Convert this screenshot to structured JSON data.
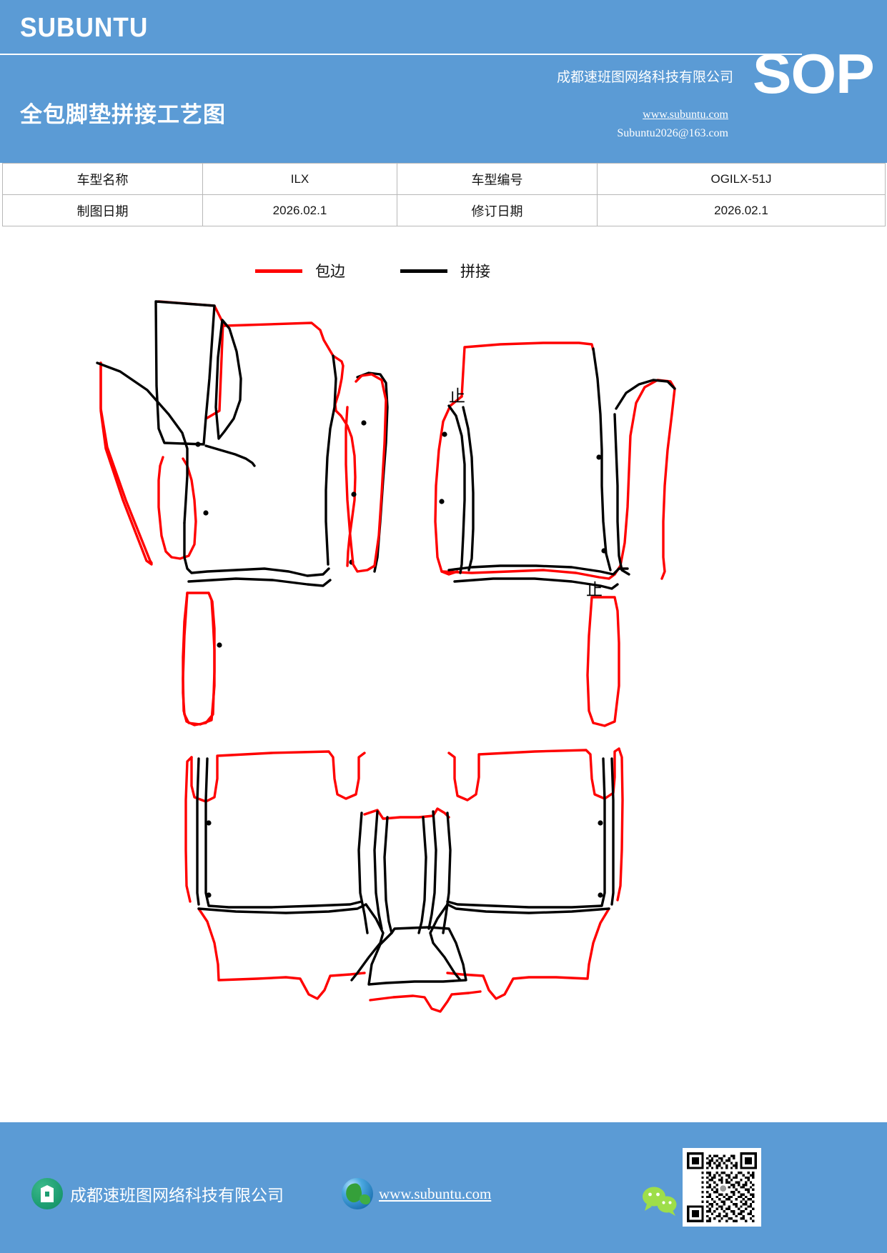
{
  "header": {
    "brand": "SUBUNTU",
    "doc_title": "全包脚垫拼接工艺图",
    "company": "成都速班图网络科技有限公司",
    "website": "www.subuntu.com",
    "email": "Subuntu2026@163.com",
    "doc_type": "SOP",
    "bg_color": "#5b9bd5"
  },
  "info_table": {
    "rows": [
      {
        "label1": "车型名称",
        "value1": "ILX",
        "label2": "车型编号",
        "value2": "OGILX-51J"
      },
      {
        "label1": "制图日期",
        "value1": "2026.02.1",
        "label2": "修订日期",
        "value2": "2026.02.1"
      }
    ]
  },
  "legend": {
    "items": [
      {
        "label": "包边",
        "color": "#ff0000",
        "meaning": "edge-binding"
      },
      {
        "label": "拼接",
        "color": "#000000",
        "meaning": "splicing-seam"
      }
    ]
  },
  "drawing": {
    "title": "全包脚垫拼接工艺图",
    "annotations": [
      {
        "text": "止",
        "position": "front-right-mat-upper-left"
      },
      {
        "text": "止",
        "position": "front-right-mat-lower-right"
      }
    ],
    "pieces": [
      "front-left-mat",
      "front-left-side-panel",
      "front-left-rear-flap",
      "front-right-mat",
      "front-right-side-panel",
      "front-right-rear-flap",
      "rear-mat-left",
      "rear-mat-center-tunnel",
      "rear-mat-right"
    ],
    "binding_color": "#ff0000",
    "seam_color": "#000000"
  },
  "footer": {
    "company": "成都速班图网络科技有限公司",
    "website": "www.subuntu.com",
    "bg_color": "#5b9bd5"
  }
}
